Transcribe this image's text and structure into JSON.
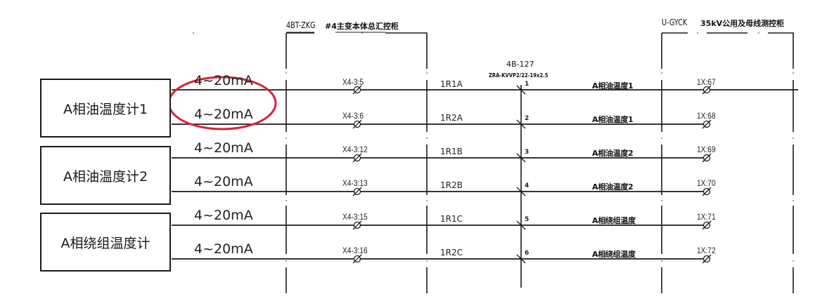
{
  "diagram": {
    "type": "electrical-wiring-diagram",
    "cabinets": [
      {
        "code": "4BT-ZKG",
        "title": "#4主变本体总汇控柜"
      },
      {
        "code": "U-GYCK",
        "title": "35kV公用及母线测控柜"
      }
    ],
    "cable": {
      "id": "4B-127",
      "spec": "ZRA-KVVP2/22-19x2.5"
    },
    "devices": [
      {
        "label": "A相油温度计1"
      },
      {
        "label": "A相油温度计2"
      },
      {
        "label": "A相绕组温度计"
      }
    ],
    "rows": [
      {
        "signal": "4~20mA",
        "terminal": "X4-3:5",
        "wire": "1R1A",
        "core": "1",
        "description": "A相油温度1",
        "remote_terminal": "1X:67"
      },
      {
        "signal": "4~20mA",
        "terminal": "X4-3:6",
        "wire": "1R2A",
        "core": "2",
        "description": "A相油温度1",
        "remote_terminal": "1X:68"
      },
      {
        "signal": "4~20mA",
        "terminal": "X4-3:12",
        "wire": "1R1B",
        "core": "3",
        "description": "A相油温度2",
        "remote_terminal": "1X:69"
      },
      {
        "signal": "4~20mA",
        "terminal": "X4-3:13",
        "wire": "1R2B",
        "core": "4",
        "description": "A相油温度2",
        "remote_terminal": "1X:70"
      },
      {
        "signal": "4~20mA",
        "terminal": "X4-3:15",
        "wire": "1R1C",
        "core": "5",
        "description": "A相绕组温度",
        "remote_terminal": "1X:71"
      },
      {
        "signal": "4~20mA",
        "terminal": "X4-3:16",
        "wire": "1R2C",
        "core": "6",
        "description": "A相绕组温度",
        "remote_terminal": "1X:72"
      }
    ],
    "annotation": {
      "shape": "ellipse",
      "color": "#d9233b",
      "highlights": "4~20mA signals of A相油温度计1"
    },
    "colors": {
      "line": "#1a1a1a",
      "background": "#ffffff",
      "highlight": "#d9233b"
    }
  }
}
